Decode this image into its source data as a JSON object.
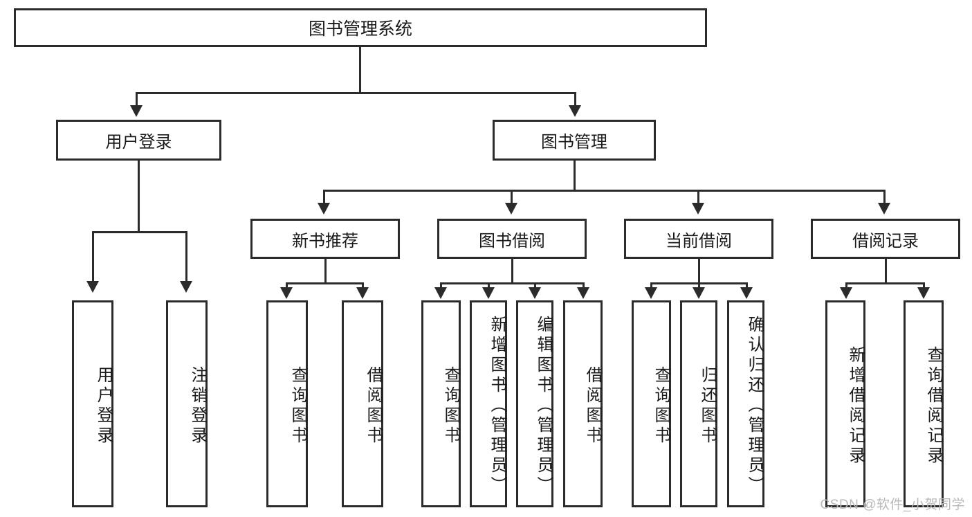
{
  "diagram": {
    "type": "tree-hierarchy",
    "title": "图书管理系统",
    "root": {
      "label": "图书管理系统"
    },
    "level2": [
      {
        "label": "用户登录"
      },
      {
        "label": "图书管理"
      }
    ],
    "level3": [
      {
        "label": "新书推荐",
        "parent": "图书管理"
      },
      {
        "label": "图书借阅",
        "parent": "图书管理"
      },
      {
        "label": "当前借阅",
        "parent": "图书管理"
      },
      {
        "label": "借阅记录",
        "parent": "图书管理"
      }
    ],
    "leaves": [
      {
        "label": "用户登录",
        "parent": "用户登录"
      },
      {
        "label": "注销登录",
        "parent": "用户登录"
      },
      {
        "label": "查询图书",
        "parent": "新书推荐"
      },
      {
        "label": "借阅图书",
        "parent": "新书推荐"
      },
      {
        "label": "查询图书",
        "parent": "图书借阅"
      },
      {
        "label": "新增图书（管理员）",
        "parent": "图书借阅"
      },
      {
        "label": "编辑图书（管理员）",
        "parent": "图书借阅"
      },
      {
        "label": "借阅图书",
        "parent": "图书借阅"
      },
      {
        "label": "查询图书",
        "parent": "当前借阅"
      },
      {
        "label": "归还图书",
        "parent": "当前借阅"
      },
      {
        "label": "确认归还（管理员）",
        "parent": "当前借阅"
      },
      {
        "label": "新增借阅记录",
        "parent": "借阅记录"
      },
      {
        "label": "查询借阅记录",
        "parent": "借阅记录"
      }
    ]
  },
  "watermark": {
    "text": "CSDN @软件_小贺同学"
  },
  "colors": {
    "stroke": "#2b2b2b",
    "background": "#ffffff",
    "text": "#1a1a1a",
    "watermark": "#b9b9b9"
  }
}
